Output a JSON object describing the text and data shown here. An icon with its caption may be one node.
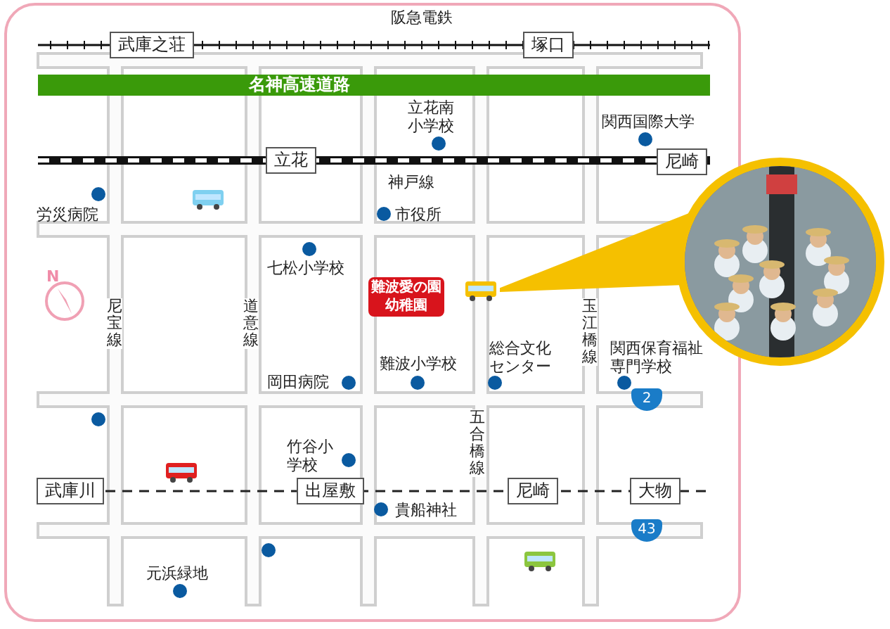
{
  "diagram": {
    "nodes": [
      {
        "text": [
          "武庫之荘"
        ]
      },
      {
        "text": [
          "塚口"
        ]
      },
      {
        "text": [
          "名神高速道路"
        ]
      },
      {
        "text": [
          "立花"
        ]
      },
      {
        "text": [
          "尼崎"
        ]
      },
      {
        "text": [
          "難波愛の園幼稚園"
        ]
      },
      {
        "text": [],
        "shape": "picture"
      },
      {
        "text": [],
        "shape": "picture"
      },
      {
        "text": [
          "2"
        ]
      },
      {
        "text": [
          "武庫川"
        ]
      },
      {
        "text": [
          "出屋敷"
        ]
      },
      {
        "text": [
          "尼崎"
        ]
      },
      {
        "text": [
          "大物"
        ]
      },
      {
        "text": [
          "43"
        ]
      }
    ],
    "edges": [
      {
        "from": 6,
        "to": 7,
        "arrow": "none"
      }
    ],
    "labels": [
      "阪急電鉄",
      "N",
      "立花南小学校",
      "関西国際大学",
      "神戸線",
      "労災病院",
      "市役所",
      "七松小学校",
      "尼宝線",
      "道意線",
      "玉江橋線",
      "岡田病院",
      "難波小学校",
      "総合文化センター",
      "関西保育福祉専門学校",
      "五合橋線",
      "竹谷小学校",
      "貴船神社",
      "元浜緑地"
    ]
  }
}
